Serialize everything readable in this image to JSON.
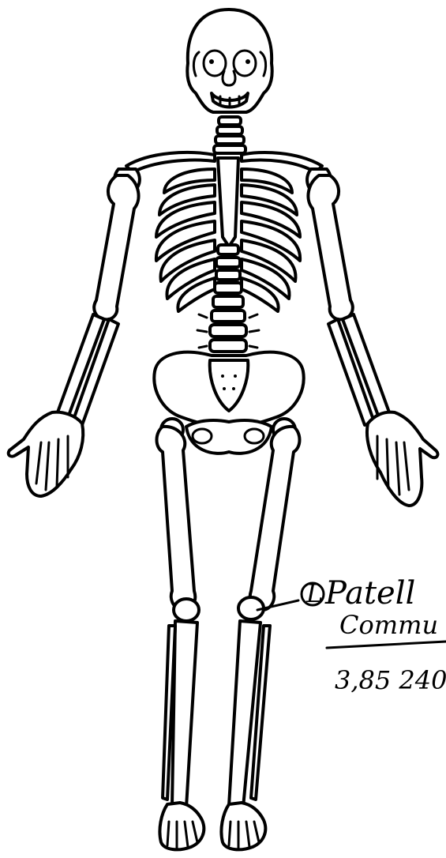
{
  "annotation": {
    "marker": "L",
    "line1": "Patell",
    "line2": "Commu",
    "line3": "3,85 240"
  },
  "colors": {
    "ink": "#000000",
    "background": "#ffffff"
  }
}
